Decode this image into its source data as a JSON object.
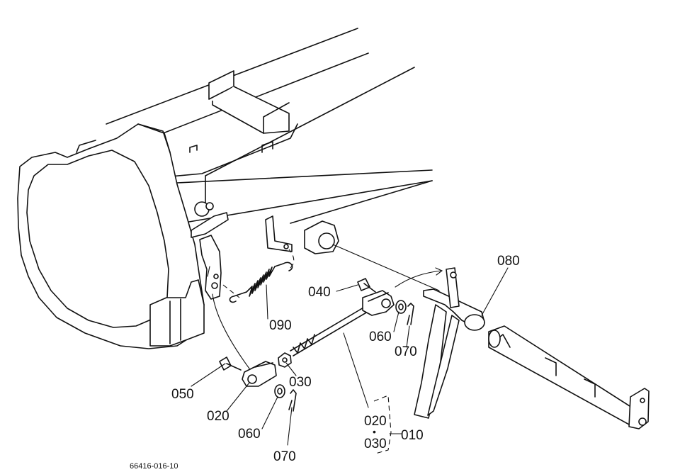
{
  "callouts": {
    "p010": "010",
    "p020a": "020",
    "p020b": "020",
    "p030a": "030",
    "p030b": "030",
    "p040": "040",
    "p050": "050",
    "p060a": "060",
    "p060b": "060",
    "p070a": "070",
    "p070b": "070",
    "p080": "080",
    "p090": "090",
    "assembly_dot": "•"
  },
  "drawing_code": "66416-016-10"
}
